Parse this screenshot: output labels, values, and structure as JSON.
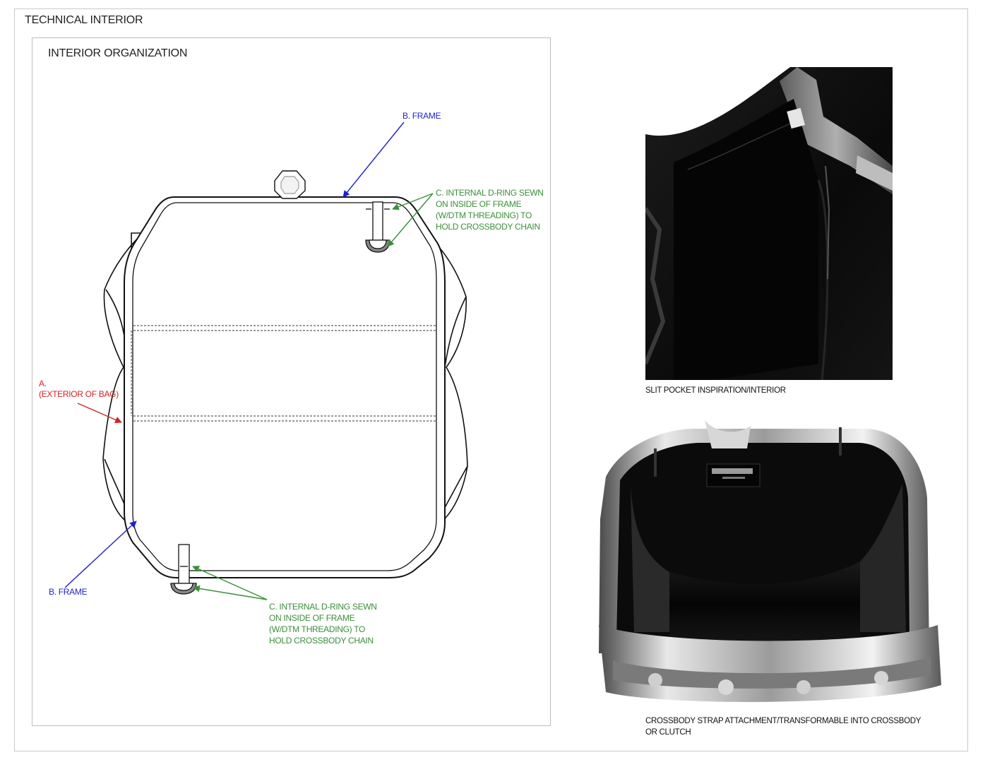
{
  "page": {
    "title": "TECHNICAL INTERIOR"
  },
  "diagram": {
    "title": "INTERIOR ORGANIZATION",
    "labels": {
      "frame_top": "B. FRAME",
      "frame_bottom": "B. FRAME",
      "exterior_line1": "A.",
      "exterior_line2": "(EXTERIOR OF BAG)",
      "dring_top": "C. INTERNAL D-RING SEWN\nON INSIDE OF FRAME\n(W/DTM THREADING) TO\nHOLD CROSSBODY CHAIN",
      "dring_bottom": "C. INTERNAL D-RING SEWN\nON INSIDE OF FRAME\n(W/DTM THREADING) TO\nHOLD CROSSBODY CHAIN"
    },
    "colors": {
      "frame": "#1f1fd0",
      "dring": "#3a8f3a",
      "exterior": "#d02424"
    }
  },
  "photos": {
    "top_caption": "SLIT POCKET INSPIRATION/INTERIOR",
    "bottom_caption_line1": "CROSSBODY STRAP ATTACHMENT/TRANSFORMABLE INTO CROSSBODY",
    "bottom_caption_line2": "OR CLUTCH"
  }
}
